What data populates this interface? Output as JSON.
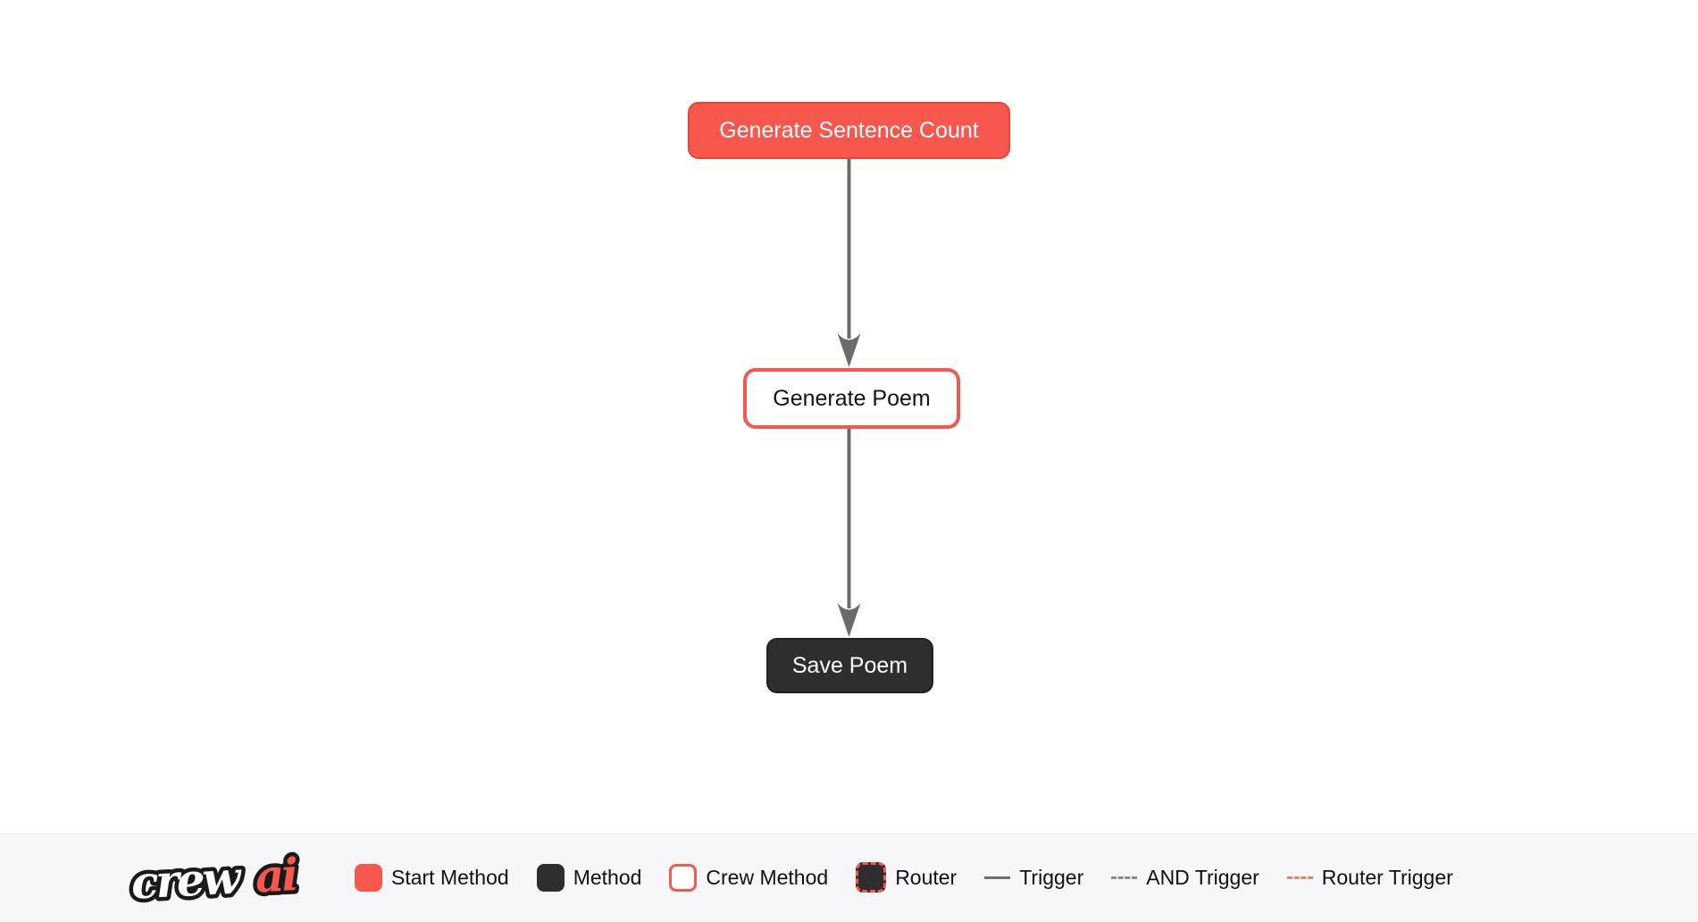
{
  "colors": {
    "brand_red": "#f8574e",
    "brand_red_border": "#e2473e",
    "dark_node": "#2e2e2e",
    "arrow_gray": "#6b6b6b",
    "footer_bg": "#f7f7f9",
    "canvas_bg": "#ffffff"
  },
  "flow": {
    "nodes": [
      {
        "id": "generate_sentence_count",
        "label": "Generate Sentence Count",
        "type": "start-method"
      },
      {
        "id": "generate_poem",
        "label": "Generate Poem",
        "type": "crew-method"
      },
      {
        "id": "save_poem",
        "label": "Save Poem",
        "type": "method"
      }
    ],
    "edges": [
      {
        "from": "generate_sentence_count",
        "to": "generate_poem",
        "type": "trigger"
      },
      {
        "from": "generate_poem",
        "to": "save_poem",
        "type": "trigger"
      }
    ]
  },
  "legend": {
    "logo": {
      "part1": "crew",
      "part2": "ai"
    },
    "items": [
      {
        "label": "Start Method",
        "swatch": "start-method-swatch"
      },
      {
        "label": "Method",
        "swatch": "method-swatch"
      },
      {
        "label": "Crew Method",
        "swatch": "crew-method-swatch"
      },
      {
        "label": "Router",
        "swatch": "router-swatch"
      },
      {
        "label": "Trigger",
        "swatch": "trigger-line"
      },
      {
        "label": "AND Trigger",
        "swatch": "and-trigger-line"
      },
      {
        "label": "Router Trigger",
        "swatch": "router-trigger-line"
      }
    ]
  }
}
